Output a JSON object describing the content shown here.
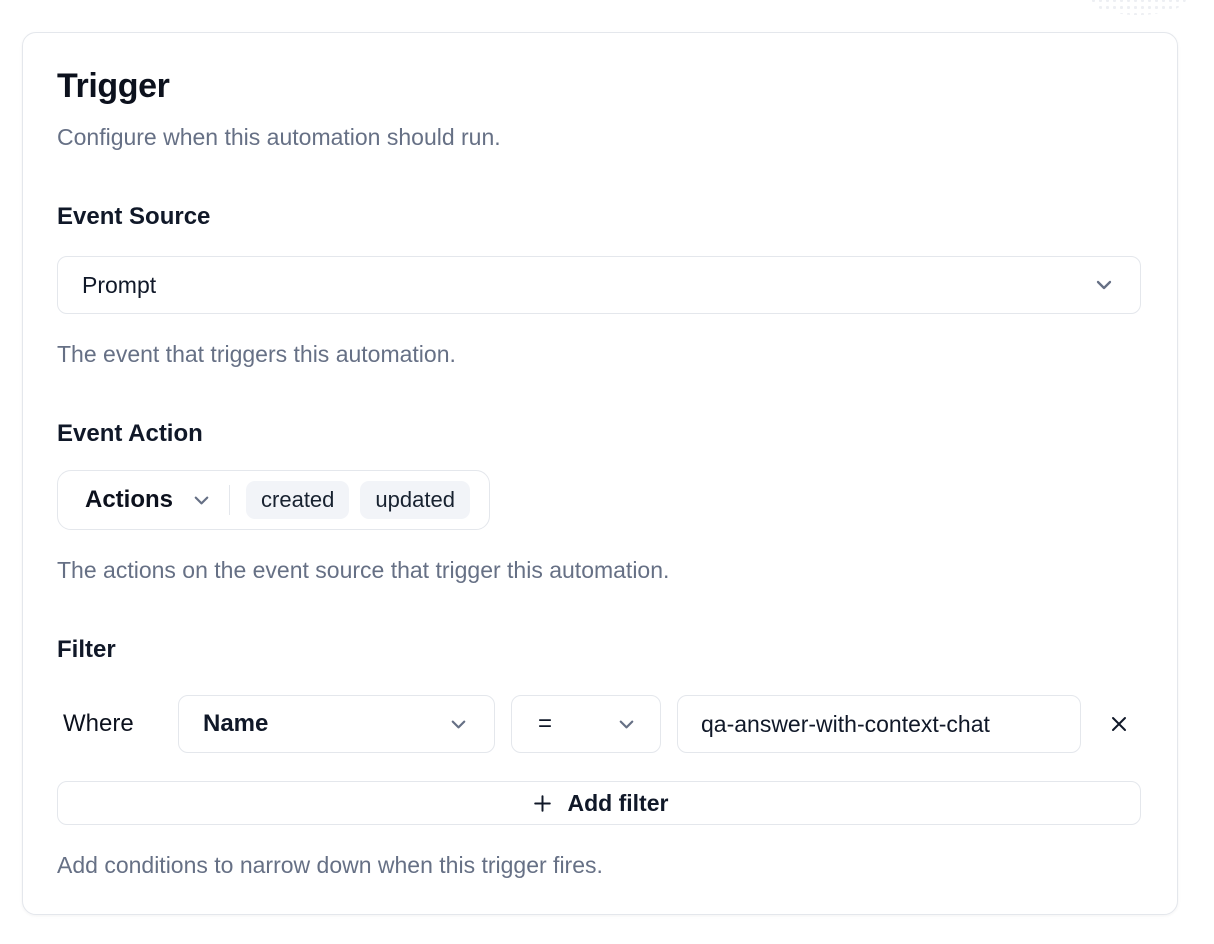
{
  "colors": {
    "text_dark": "#101828",
    "text_muted": "#667085",
    "border": "#e4e7ec",
    "badge_bg": "#f2f4f8",
    "card_bg": "#ffffff"
  },
  "icons": {
    "select_indicator": "chevron-down",
    "remove_filter": "x",
    "add_filter": "plus"
  },
  "trigger_card": {
    "title": "Trigger",
    "subtitle": "Configure when this automation should run.",
    "event_source": {
      "label": "Event Source",
      "selected": "Prompt",
      "help": "The event that triggers this automation."
    },
    "event_action": {
      "label": "Event Action",
      "dropdown_label": "Actions",
      "selected_actions": [
        "created",
        "updated"
      ],
      "help": "The actions on the event source that trigger this automation."
    },
    "filter": {
      "label": "Filter",
      "where_label": "Where",
      "rows": [
        {
          "field": "Name",
          "operator": "=",
          "value": "qa-answer-with-context-chat"
        }
      ],
      "add_filter_label": "Add filter",
      "help": "Add conditions to narrow down when this trigger fires."
    }
  }
}
